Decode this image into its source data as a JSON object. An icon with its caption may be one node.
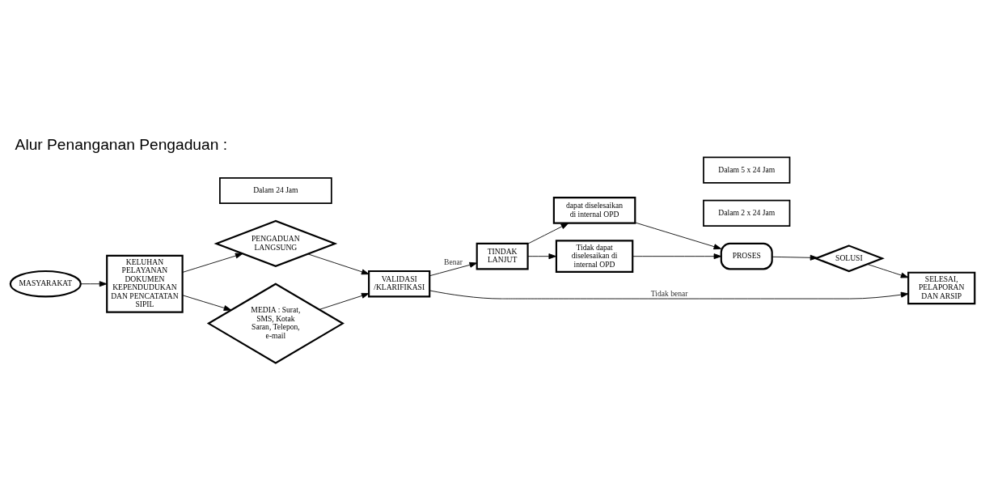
{
  "diagram": {
    "title": "Alur Penanganan Pengaduan :",
    "nodes": [
      {
        "text": [
          "MASYARAKAT"
        ]
      },
      {
        "text": [
          "KELUHAN PELAYANAN DOKUMEN KEPENDUDUKAN DAN PENCATATAN SIPIL"
        ]
      },
      {
        "text": [
          "PENGADUAN LANGSUNG"
        ]
      },
      {
        "text": [
          "MEDIA : Surat, SMS, Kotak Saran, Telepon, e-mail"
        ]
      },
      {
        "text": [
          "VALIDASI /KLARIFIKASI"
        ]
      },
      {
        "text": [
          "TINDAK LANJUT"
        ]
      },
      {
        "text": [
          "SELESAI, PELAPORAN DAN ARSIP"
        ]
      },
      {
        "text": [
          "dapat diselesaikan di internal OPD"
        ]
      },
      {
        "text": [
          "Tidak dapat diselesaikan di internal OPD"
        ]
      },
      {
        "text": [
          "PROSES"
        ]
      },
      {
        "text": [
          "SOLUSI"
        ]
      },
      {
        "text": [
          "Dalam 24 Jam"
        ]
      },
      {
        "text": [
          "Dalam 2 x 24 Jam"
        ]
      },
      {
        "text": [
          "Dalam 5 x 24 Jam"
        ]
      }
    ],
    "edges": [
      {
        "from": 0,
        "to": 1,
        "arrow": "to"
      },
      {
        "from": 1,
        "to": 2,
        "arrow": "to"
      },
      {
        "from": 1,
        "to": 3,
        "arrow": "to"
      },
      {
        "from": 2,
        "to": 4,
        "arrow": "to"
      },
      {
        "from": 3,
        "to": 4,
        "arrow": "to"
      },
      {
        "from": 4,
        "to": 5,
        "arrow": "to",
        "label": "Benar"
      },
      {
        "from": 4,
        "to": 6,
        "arrow": "to",
        "label": "Tidak benar"
      },
      {
        "from": 5,
        "to": 7,
        "arrow": "to"
      },
      {
        "from": 5,
        "to": 8,
        "arrow": "to"
      },
      {
        "from": 7,
        "to": 9,
        "arrow": "to"
      },
      {
        "from": 8,
        "to": 9,
        "arrow": "to"
      },
      {
        "from": 9,
        "to": 10,
        "arrow": "to"
      },
      {
        "from": 10,
        "to": 6,
        "arrow": "to"
      }
    ]
  }
}
